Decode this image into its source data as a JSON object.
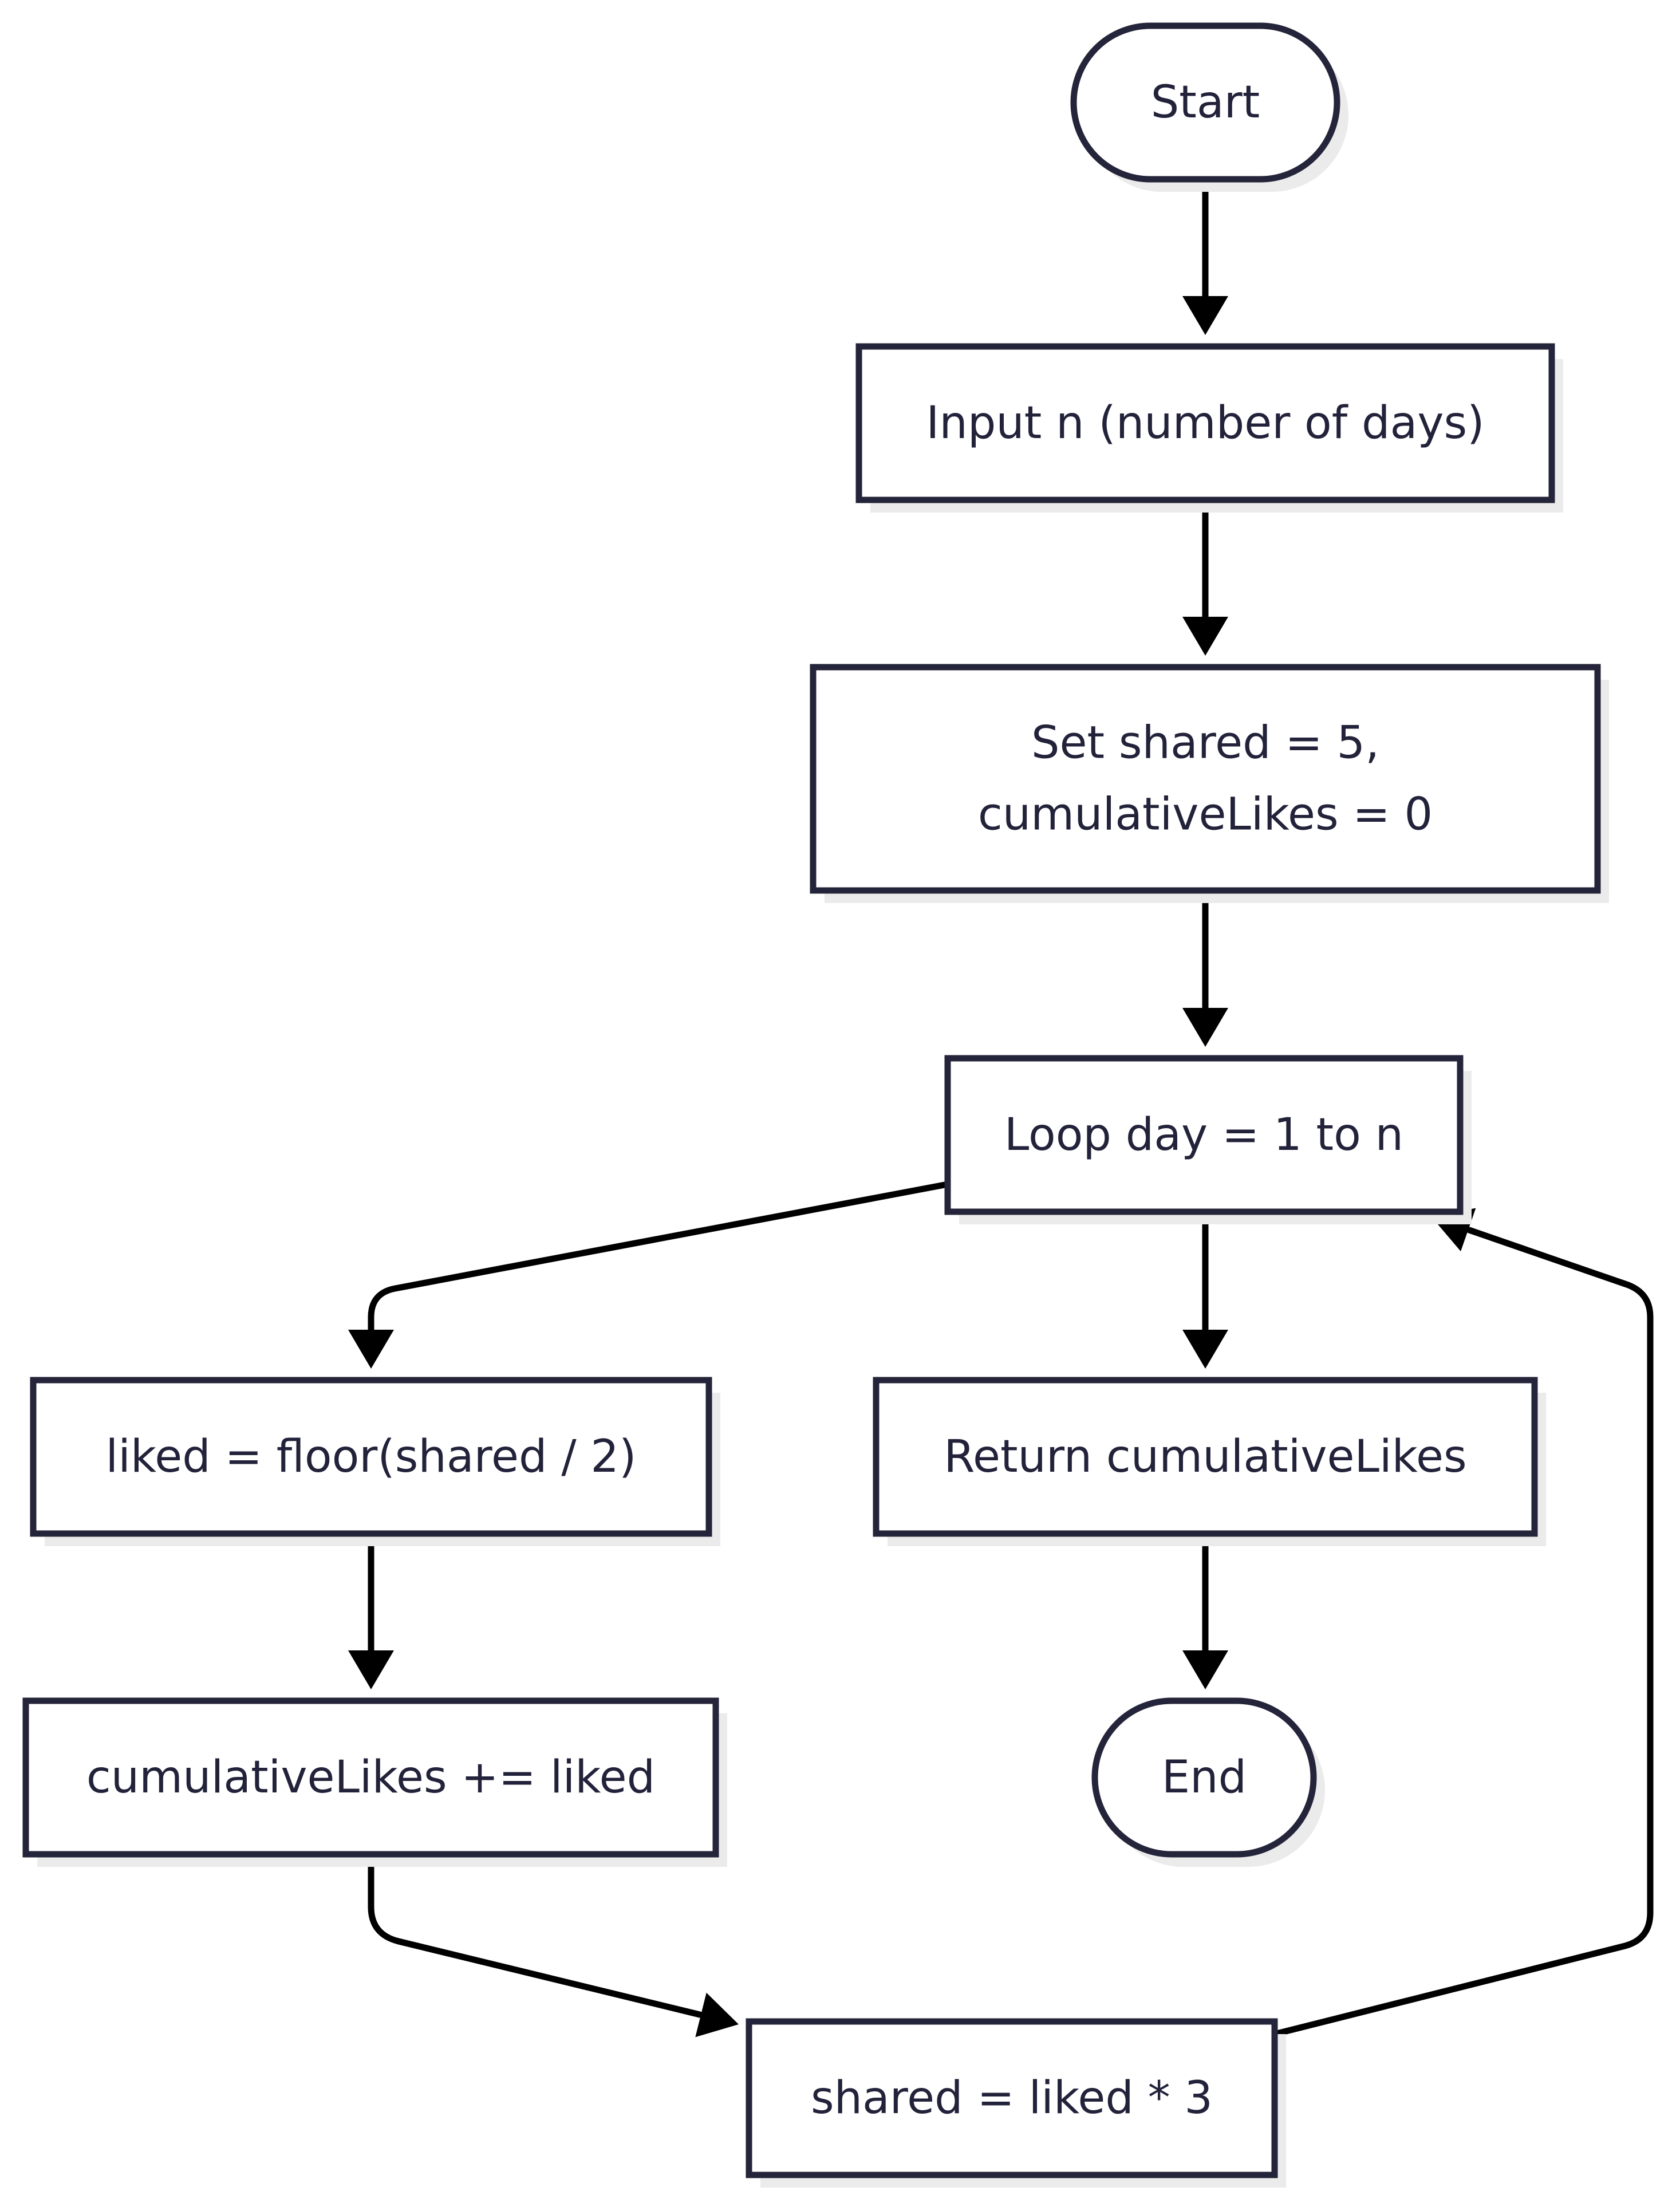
{
  "diagram": {
    "type": "flowchart",
    "nodes": [
      {
        "id": "start",
        "shape": "terminal",
        "lines": [
          "Start"
        ]
      },
      {
        "id": "input",
        "shape": "process",
        "lines": [
          "Input n (number of days)"
        ]
      },
      {
        "id": "init",
        "shape": "process",
        "lines": [
          "Set shared = 5,",
          "cumulativeLikes = 0"
        ]
      },
      {
        "id": "loop",
        "shape": "process",
        "lines": [
          "Loop day = 1 to n"
        ]
      },
      {
        "id": "liked",
        "shape": "process",
        "lines": [
          "liked = floor(shared / 2)"
        ]
      },
      {
        "id": "return",
        "shape": "process",
        "lines": [
          "Return cumulativeLikes"
        ]
      },
      {
        "id": "accum",
        "shape": "process",
        "lines": [
          "cumulativeLikes += liked"
        ]
      },
      {
        "id": "end",
        "shape": "terminal",
        "lines": [
          "End"
        ]
      },
      {
        "id": "update",
        "shape": "process",
        "lines": [
          "shared = liked * 3"
        ]
      }
    ],
    "edges": [
      {
        "from": "start",
        "to": "input"
      },
      {
        "from": "input",
        "to": "init"
      },
      {
        "from": "init",
        "to": "loop"
      },
      {
        "from": "loop",
        "to": "liked"
      },
      {
        "from": "loop",
        "to": "return"
      },
      {
        "from": "liked",
        "to": "accum"
      },
      {
        "from": "return",
        "to": "end"
      },
      {
        "from": "accum",
        "to": "update"
      },
      {
        "from": "update",
        "to": "loop"
      }
    ]
  }
}
